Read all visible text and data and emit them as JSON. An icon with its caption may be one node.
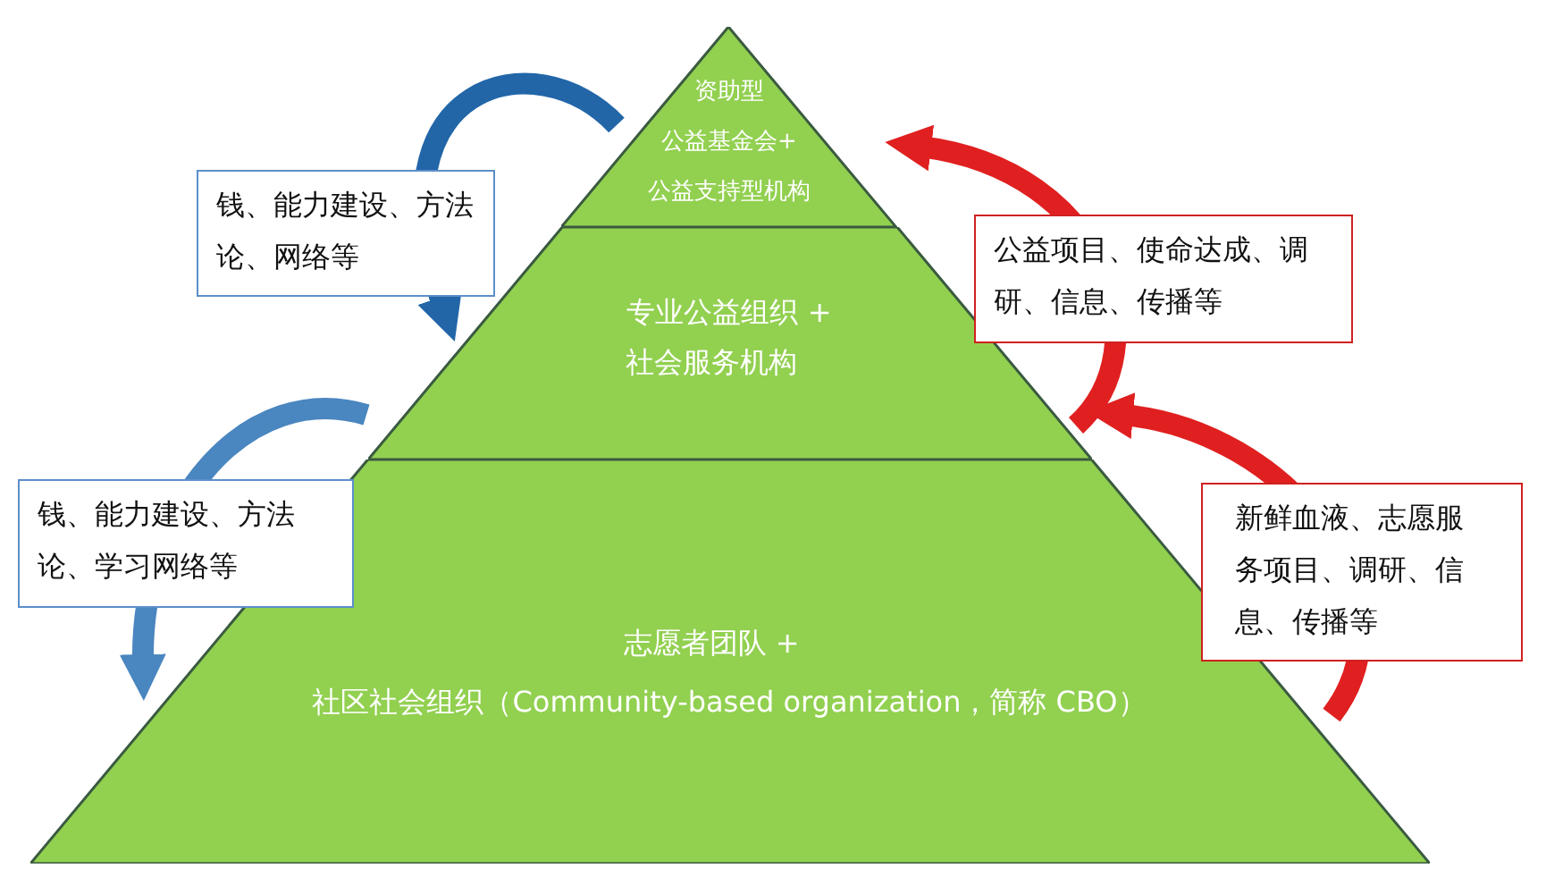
{
  "diagram": {
    "nodes": [
      {
        "text": [
          "资助型",
          "公益基金会+",
          "公益支持型机构"
        ]
      },
      {
        "text": [
          "专业公益组织 +",
          "社会服务机构"
        ]
      },
      {
        "text": [
          "志愿者团队 +",
          "社区社会组织（Community-based organization，简称 CBO）"
        ]
      }
    ],
    "edges": [
      {
        "from": 0,
        "to": 1,
        "arrow": "to",
        "label": "钱、能力建设、方法论、网络等",
        "color": "#2266a8"
      },
      {
        "from": 1,
        "to": 2,
        "arrow": "to",
        "label": "钱、能力建设、方法论、学习网络等",
        "color": "#4a86c0"
      },
      {
        "from": 1,
        "to": 0,
        "arrow": "to",
        "label": "公益项目、使命达成、调研、信息、传播等"
      },
      {
        "from": 2,
        "to": 1,
        "arrow": "to",
        "label": "新鲜血液、志愿服务项目、调研、信息、传播等"
      }
    ]
  }
}
